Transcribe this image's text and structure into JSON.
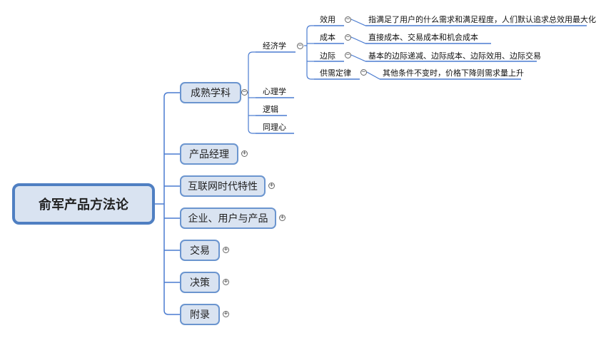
{
  "root": {
    "label": "俞军产品方法论"
  },
  "branches": [
    {
      "label": "成熟学科",
      "expanded": true
    },
    {
      "label": "产品经理",
      "expanded": false
    },
    {
      "label": "互联网时代特性",
      "expanded": false
    },
    {
      "label": "企业、用户与产品",
      "expanded": false
    },
    {
      "label": "交易",
      "expanded": false
    },
    {
      "label": "决策",
      "expanded": false
    },
    {
      "label": "附录",
      "expanded": false
    }
  ],
  "mature_subjects": [
    {
      "label": "经济学",
      "expanded": true
    },
    {
      "label": "心理学"
    },
    {
      "label": "逻辑"
    },
    {
      "label": "同理心"
    }
  ],
  "economics": [
    {
      "label": "效用",
      "desc": "指满足了用户的什么需求和满足程度，人们默认追求总效用最大化"
    },
    {
      "label": "成本",
      "desc": "直接成本、交易成本和机会成本"
    },
    {
      "label": "边际",
      "desc": "基本的边际递减、边际成本、边际效用、边际交易"
    },
    {
      "label": "供需定律",
      "desc": "其他条件不变时，价格下降则需求量上升"
    }
  ],
  "toggle_symbols": {
    "expanded": "−",
    "collapsed": "+"
  },
  "colors": {
    "node_fill": "#d9e3f1",
    "node_border": "#6b95cf",
    "root_border": "#4f7fc2",
    "line": "#4a7bd0"
  }
}
